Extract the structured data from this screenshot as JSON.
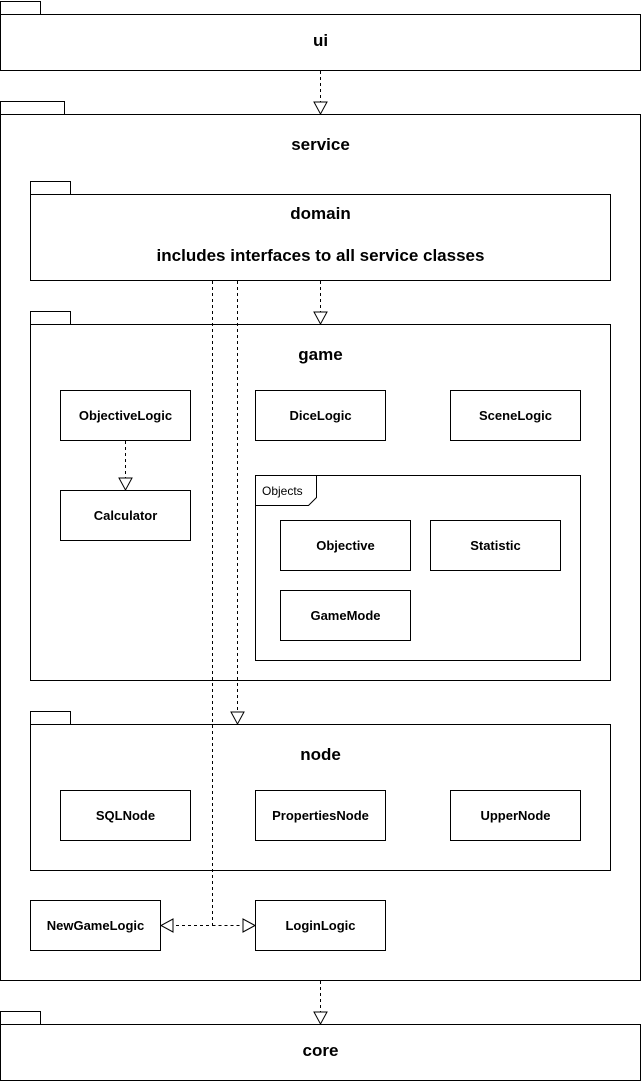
{
  "packages": {
    "ui": "ui",
    "service": "service",
    "domain": "domain",
    "domain_note": "includes interfaces to all service classes",
    "game": "game",
    "node": "node",
    "core": "core"
  },
  "game_classes": {
    "objective_logic": "ObjectiveLogic",
    "dice_logic": "DiceLogic",
    "scene_logic": "SceneLogic",
    "calculator": "Calculator"
  },
  "objects_frame": {
    "label": "Objects",
    "objective": "Objective",
    "statistic": "Statistic",
    "game_mode": "GameMode"
  },
  "node_classes": {
    "sql_node": "SQLNode",
    "properties_node": "PropertiesNode",
    "upper_node": "UpperNode"
  },
  "service_classes": {
    "new_game_logic": "NewGameLogic",
    "login_logic": "LoginLogic"
  },
  "colors": {
    "line": "#000000",
    "background": "#ffffff"
  }
}
